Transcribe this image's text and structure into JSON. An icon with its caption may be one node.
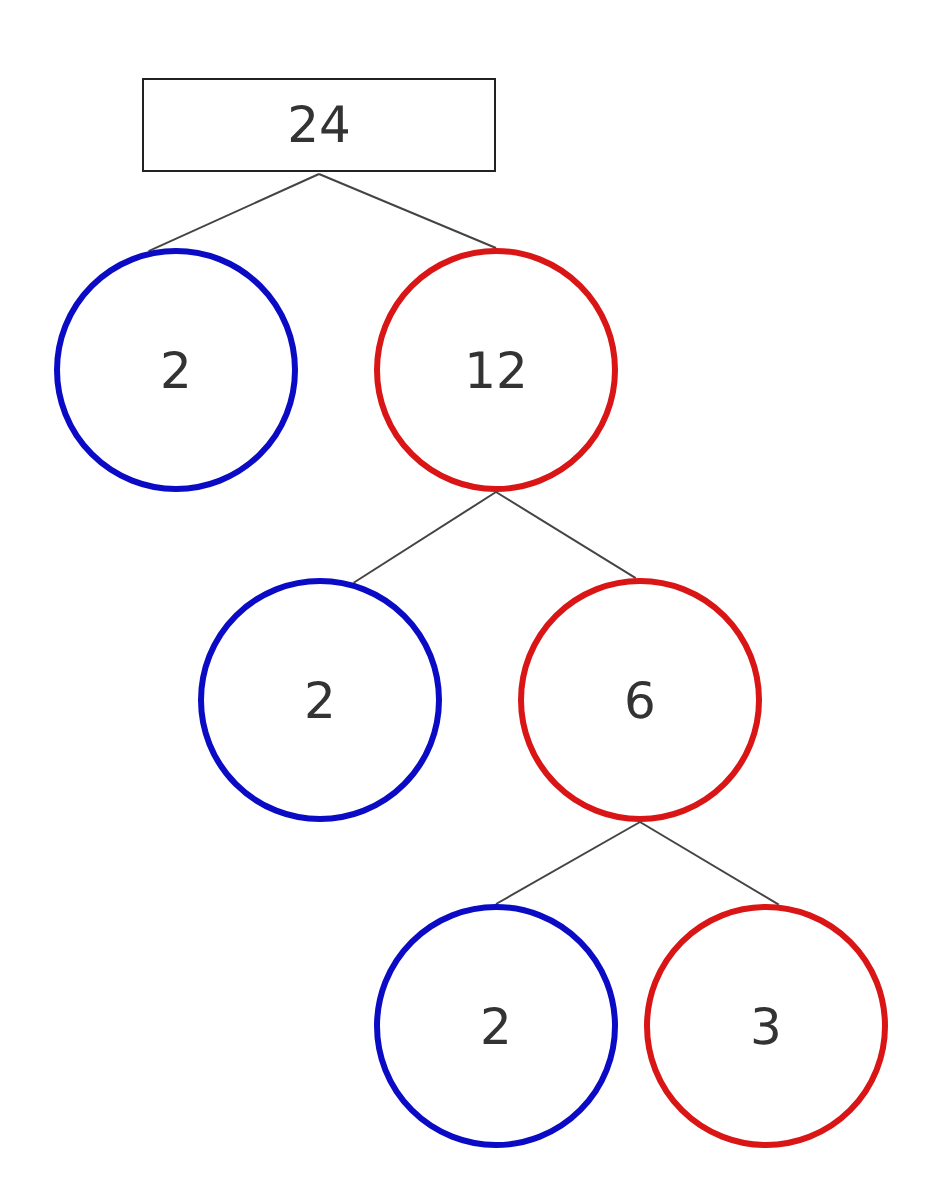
{
  "diagram": {
    "nodes": [
      {
        "text": [
          "24"
        ]
      },
      {
        "text": [
          "2"
        ]
      },
      {
        "text": [
          "12"
        ]
      },
      {
        "text": [
          "2"
        ]
      },
      {
        "text": [
          "6"
        ]
      },
      {
        "text": [
          "2"
        ]
      },
      {
        "text": [
          "3"
        ]
      }
    ],
    "edges": [
      {
        "from": 0,
        "to": 1,
        "arrow": "none"
      },
      {
        "from": 0,
        "to": 2,
        "arrow": "none"
      },
      {
        "from": 2,
        "to": 3,
        "arrow": "none"
      },
      {
        "from": 2,
        "to": 4,
        "arrow": "none"
      },
      {
        "from": 4,
        "to": 5,
        "arrow": "none"
      },
      {
        "from": 4,
        "to": 6,
        "arrow": "none"
      }
    ]
  }
}
